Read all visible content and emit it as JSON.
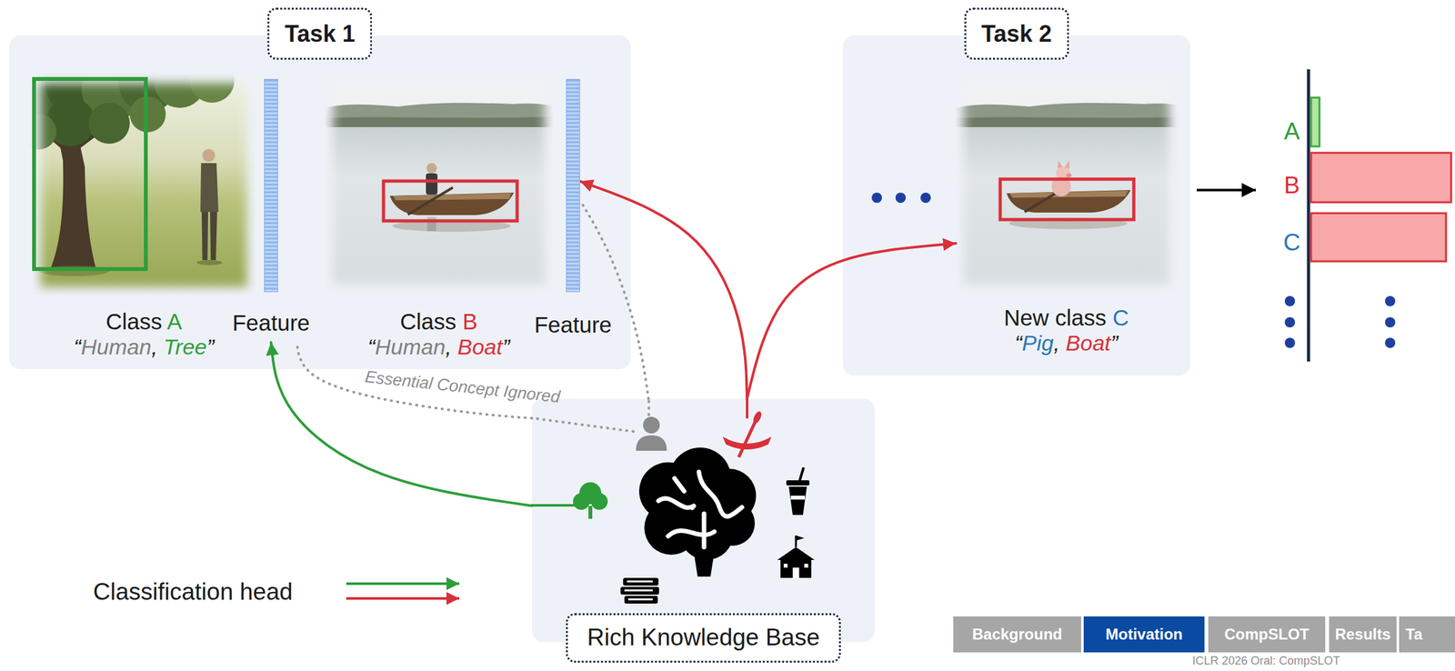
{
  "diagram": {
    "nodes": [
      {
        "text": [
          "Task 1"
        ]
      },
      {
        "text": [
          "Class A",
          "“Human, Tree”"
        ],
        "in": 0
      },
      {
        "text": [
          "Feature"
        ],
        "in": 0
      },
      {
        "text": [
          "Class B",
          "“Human, Boat”"
        ],
        "in": 0
      },
      {
        "text": [
          "Feature"
        ],
        "in": 0
      },
      {
        "text": [
          "Task 2"
        ]
      },
      {
        "text": [
          "New class C",
          "“Pig, Boat”"
        ],
        "in": 5
      },
      {
        "text": [
          "Rich Knowledge Base"
        ]
      },
      {
        "text": [
          "Background"
        ]
      },
      {
        "text": [
          "Motivation"
        ]
      },
      {
        "text": [
          "CompSLOT"
        ]
      },
      {
        "text": [
          "Results"
        ]
      },
      {
        "text": [
          "Ta"
        ]
      }
    ],
    "edges": [
      {
        "from": 7,
        "to": 2,
        "arrow": "to"
      },
      {
        "from": 7,
        "to": 2,
        "label": "Essential Concept Ignored",
        "arrow": "none"
      },
      {
        "from": 7,
        "to": 4,
        "arrow": "none"
      },
      {
        "from": 7,
        "to": 4,
        "arrow": "to"
      },
      {
        "from": 7,
        "to": 6,
        "arrow": "to"
      }
    ],
    "labels": [
      "A",
      "B",
      "C",
      "ICLR 2026 Oral: CompSLOT"
    ],
    "legend": [
      {
        "text": "Classification head"
      }
    ]
  }
}
